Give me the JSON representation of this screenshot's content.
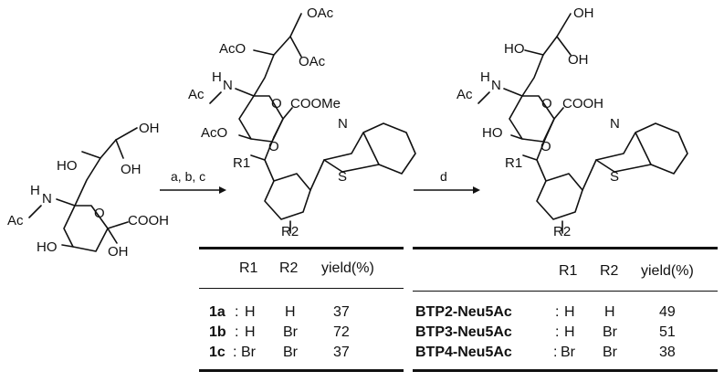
{
  "reaction": {
    "step1_conditions": "a, b, c",
    "step2_conditions": "d"
  },
  "start_material": {
    "oh_top": "OH",
    "ho_mid": "HO",
    "oh_mid": "OH",
    "nh": "N",
    "h": "H",
    "ac": "Ac",
    "o_ring": "O",
    "cooh": "COOH",
    "ho_bottom": "HO",
    "oh_bottom": "OH"
  },
  "intermediate": {
    "oac_top": "OAc",
    "aco_side": "AcO",
    "oac_side": "OAc",
    "nh": "N",
    "h": "H",
    "ac": "Ac",
    "o_ring": "O",
    "coome": "COOMe",
    "aco_bottom": "AcO",
    "o_link": "O",
    "n": "N",
    "s": "S",
    "r1": "R1",
    "r2": "R2"
  },
  "product": {
    "oh_top": "OH",
    "ho_side": "HO",
    "oh_side": "OH",
    "nh": "N",
    "h": "H",
    "ac": "Ac",
    "o_ring": "O",
    "cooh": "COOH",
    "ho_bottom": "HO",
    "o_link": "O",
    "n": "N",
    "s": "S",
    "r1": "R1",
    "r2": "R2"
  },
  "table_left": {
    "headers": [
      "R1",
      "R2",
      "yield(%)"
    ],
    "rows": [
      {
        "compound": "1a",
        "sep": ":",
        "r1": "H",
        "r2": "H",
        "yield": "37"
      },
      {
        "compound": "1b",
        "sep": ":",
        "r1": "H",
        "r2": "Br",
        "yield": "72"
      },
      {
        "compound": "1c",
        "sep": ":",
        "r1": "Br",
        "r2": "Br",
        "yield": "37"
      }
    ]
  },
  "table_right": {
    "headers": [
      "R1",
      "R2",
      "yield(%)"
    ],
    "rows": [
      {
        "compound": "BTP2-Neu5Ac",
        "sep": ":",
        "r1": "H",
        "r2": "H",
        "yield": "49"
      },
      {
        "compound": "BTP3-Neu5Ac",
        "sep": ":",
        "r1": "H",
        "r2": "Br",
        "yield": "51"
      },
      {
        "compound": "BTP4-Neu5Ac",
        "sep": ":",
        "r1": "Br",
        "r2": "Br",
        "yield": "38"
      }
    ]
  }
}
